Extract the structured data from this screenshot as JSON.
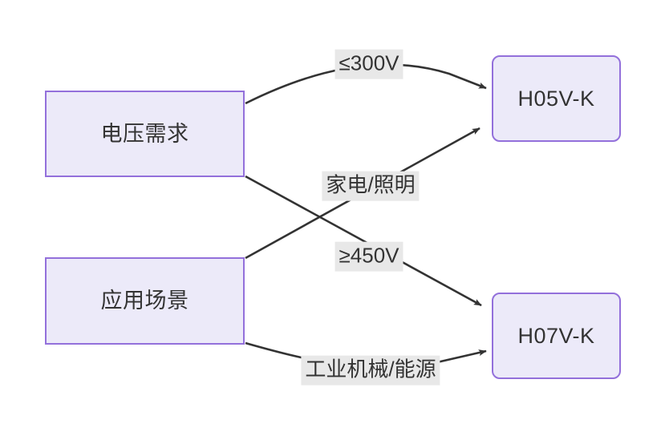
{
  "diagram": {
    "type": "flowchart",
    "background_color": "#FFFFFF",
    "node_fill_color": "#ECEAF9",
    "node_border_color": "#9370DB",
    "edge_color": "#333333",
    "edge_label_background": "#E8E8E8",
    "nodes": [
      {
        "id": "voltage",
        "label": "电压需求",
        "shape": "rectangle"
      },
      {
        "id": "application",
        "label": "应用场景",
        "shape": "rectangle"
      },
      {
        "id": "h05vk",
        "label": "H05V-K",
        "shape": "rounded-rectangle"
      },
      {
        "id": "h07vk",
        "label": "H07V-K",
        "shape": "rounded-rectangle"
      }
    ],
    "edges": [
      {
        "from": "voltage",
        "to": "h05vk",
        "label": "≤300V"
      },
      {
        "from": "voltage",
        "to": "h07vk",
        "label": "≥450V"
      },
      {
        "from": "application",
        "to": "h05vk",
        "label": "家电/照明"
      },
      {
        "from": "application",
        "to": "h07vk",
        "label": "工业机械/能源"
      }
    ]
  }
}
